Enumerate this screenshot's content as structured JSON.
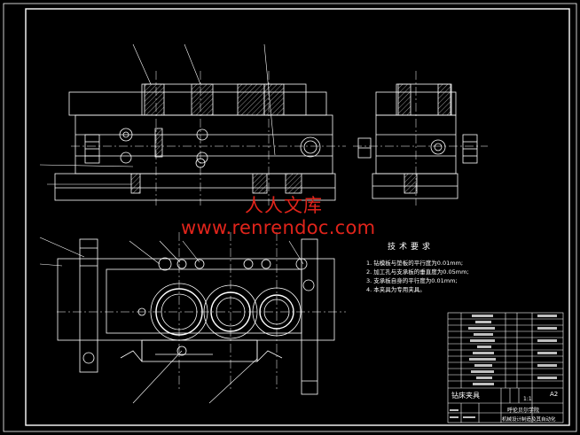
{
  "watermark": {
    "chinese": "人人文库",
    "url": "www.renrendoc.com",
    "color": "#e0241b"
  },
  "requirements": {
    "title": "技术要求",
    "items": [
      "1. 钻模板与垫板的平行度为0.01mm;",
      "2. 加工孔与支承板的垂直度为0.05mm;",
      "3. 支承板自身的平行度为0.01mm;",
      "4. 本夹具为专用夹具。"
    ]
  },
  "title_block": {
    "drawing_name": "钻床夹具",
    "sheet_size": "A2",
    "scale": "1:1",
    "school": "呼伦贝尔学院",
    "department": "机械设计制造及其自动化"
  },
  "colors": {
    "background": "#000000",
    "lines": "#ffffff",
    "watermark": "#e0241b"
  }
}
